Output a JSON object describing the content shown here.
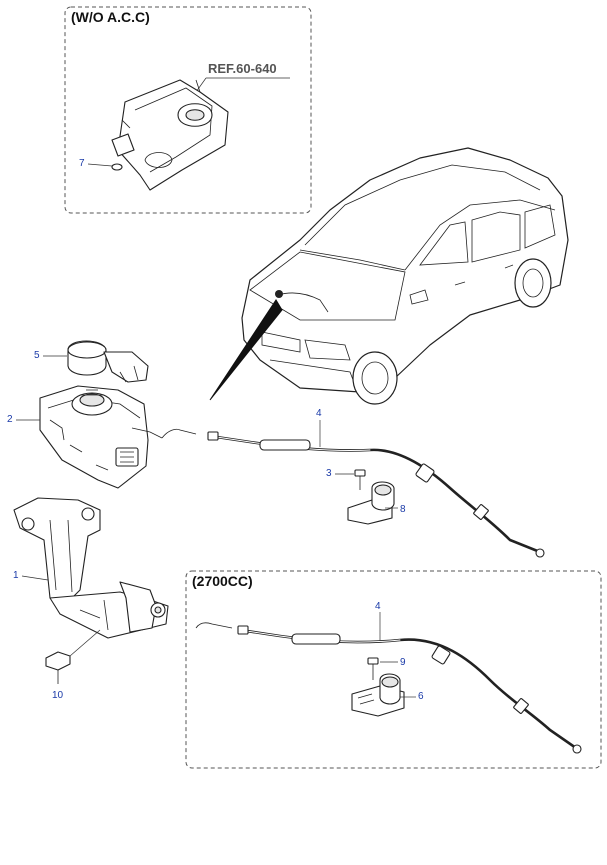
{
  "panels": {
    "wo_acc": {
      "title": "(W/O A.C.C)",
      "ref_label": "REF.60-640"
    },
    "engine_2700": {
      "title": "(2700CC)"
    }
  },
  "callouts": {
    "c1": "1",
    "c2": "2",
    "c3": "3",
    "c4a": "4",
    "c4b": "4",
    "c5": "5",
    "c6": "6",
    "c7": "7",
    "c8": "8",
    "c9": "9",
    "c10": "10"
  },
  "colors": {
    "callout": "#1a3aa8",
    "line": "#222222",
    "box": "#555555"
  }
}
